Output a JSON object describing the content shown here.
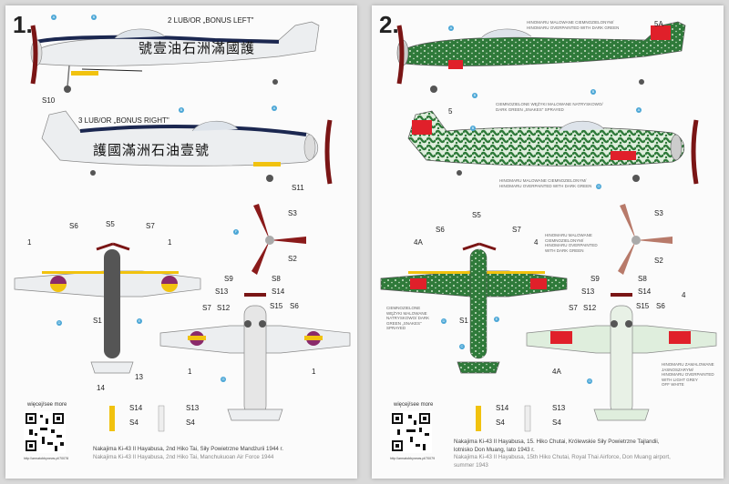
{
  "left": {
    "number": "1.",
    "plane1_label": "2  LUB/OR „BONUS LEFT\"",
    "plane1_text": "號壹油石洲滿國護",
    "plane2_label": "3  LUB/OR „BONUS RIGHT\"",
    "plane2_text": "護國滿洲石油壹號",
    "labels": {
      "s10": "S10",
      "s11": "S11",
      "s6": "S6",
      "s5": "S5",
      "s7": "S7",
      "s1": "S1",
      "s2": "S2",
      "s3": "S3",
      "s9": "S9",
      "s8": "S8",
      "s13": "S13",
      "s14": "S14",
      "s12": "S12",
      "s7b": "S7",
      "s15": "S15",
      "s6b": "S6",
      "n1a": "1",
      "n1b": "1",
      "n1c": "1",
      "n1d": "1",
      "n14": "14",
      "n13": "13"
    },
    "more": "więcej/see more",
    "url": "http://armatobbynews.pl/70078",
    "wheels": [
      {
        "a": "S14",
        "b": "S4"
      },
      {
        "a": "S13",
        "b": "S4"
      }
    ],
    "caption_pl": "Nakajima Ki-43 II Hayabusa, 2nd Hiko Tai, Siły Powietrzne Mandżurii 1944 r.",
    "caption_en": "Nakajima Ki-43 II Hayabusa, 2nd Hiko Tai, Manchukuoan Air Force 1944"
  },
  "right": {
    "number": "2.",
    "note_top": [
      "HINOMARU MALOWANE CIEMNOZIELONYM/",
      "HINOMARU OVERPAINTED WITH DARK GREEN"
    ],
    "note_mid": [
      "CIEMNOZIELONE WĘŻYKI MALOWANE NATRYSKOWO/",
      "DARK GREEN „SNAKES\" SPRAYED"
    ],
    "note_bottom": [
      "HINOMARU MALOWANE CIEMNOZIELONYM/",
      "HINOMARU OVERPAINTED WITH DARK GREEN"
    ],
    "note_wing": [
      "HINOMARU MALOWANE",
      "CIEMNOZIELONYM/",
      "HINOMARU OVERPAINTED",
      "WITH DARK GREEN"
    ],
    "note_left": [
      "CIEMNOZIELONE",
      "WĘŻYKI MALOWANE",
      "NATRYSKOWO/ DARK",
      "GREEN „SNAKES\"",
      "SPRAYED"
    ],
    "note_under": [
      "HINOMARU ZAMALOWANE",
      "JASNOSZARYM/",
      "HINOMARU OVERPAINTED",
      "WITH LIGHT GREY",
      "OFF WHITE"
    ],
    "labels": {
      "n5a": "5A",
      "n5": "5",
      "n4a": "4A",
      "s6": "S6",
      "s5": "S5",
      "s7": "S7",
      "n4": "4",
      "s1": "S1",
      "s2": "S2",
      "s3": "S3",
      "s9": "S9",
      "s8": "S8",
      "s13": "S13",
      "s14": "S14",
      "s7b": "S7",
      "s12": "S12",
      "s15": "S15",
      "s6b": "S6",
      "n4b": "4",
      "n4a2": "4A"
    },
    "more": "więcej/see more",
    "url": "http://armatobbynews.pl/70079",
    "wheels": [
      {
        "a": "S14",
        "b": "S4"
      },
      {
        "a": "S13",
        "b": "S4"
      }
    ],
    "caption_pl": [
      "Nakajima Ki-43 II Hayabusa, 15. Hiko Chutai, Królewskie Siły Powietrzne Tajlandii,",
      "lotnisko Don Muang, lato 1943 r."
    ],
    "caption_en": [
      "Nakajima Ki-43 II Hayabusa, 15th Hiko Chutai, Royal Thai Airforce, Don Muang airport,",
      "summer 1943"
    ]
  },
  "colors": {
    "dark_green": "#2f7a3a",
    "light_green": "#cfe4cc",
    "prop_red": "#8a1a1a",
    "hinomaru_red": "#e0202a",
    "yellow": "#f1c20f",
    "navy": "#1b2750",
    "marker": "#4aa6d6"
  }
}
